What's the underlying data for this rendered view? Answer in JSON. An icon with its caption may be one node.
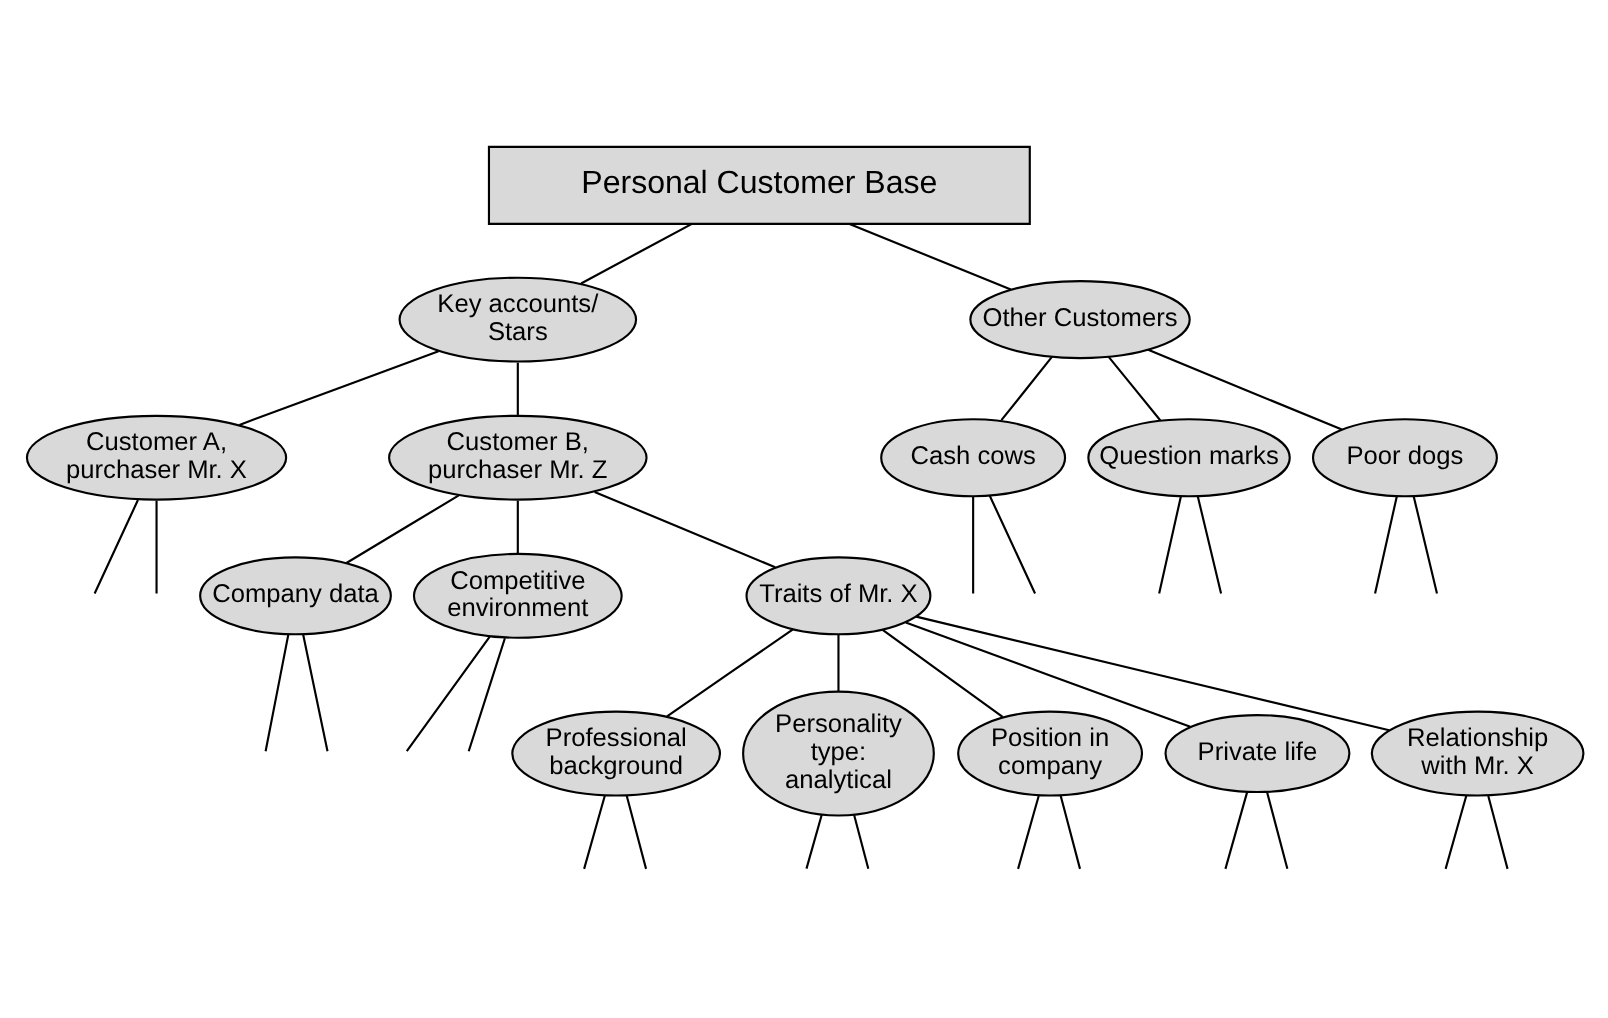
{
  "diagram": {
    "nodes": [
      {
        "text": [
          "Personal Customer Base"
        ]
      },
      {
        "text": [
          "Key accounts/ Stars"
        ]
      },
      {
        "text": [
          "Other Customers"
        ]
      },
      {
        "text": [
          "Customer A, purchaser Mr. X"
        ]
      },
      {
        "text": [
          "Customer B, purchaser Mr. Z"
        ]
      },
      {
        "text": [
          "Cash cows"
        ]
      },
      {
        "text": [
          "Question marks"
        ]
      },
      {
        "text": [
          "Poor dogs"
        ]
      },
      {
        "text": [
          "Company data"
        ]
      },
      {
        "text": [
          "Competitive environment"
        ]
      },
      {
        "text": [
          "Traits of Mr. X"
        ]
      },
      {
        "text": [
          "Professional background"
        ]
      },
      {
        "text": [
          "Personality type: analytical"
        ]
      },
      {
        "text": [
          "Position in company"
        ]
      },
      {
        "text": [
          "Private life"
        ]
      },
      {
        "text": [
          "Relationship with Mr. X"
        ]
      }
    ],
    "edges": [
      {
        "from": 0,
        "to": 1,
        "arrow": "none"
      },
      {
        "from": 0,
        "to": 2,
        "arrow": "none"
      },
      {
        "from": 1,
        "to": 3,
        "arrow": "none"
      },
      {
        "from": 1,
        "to": 4,
        "arrow": "none"
      },
      {
        "from": 2,
        "to": 5,
        "arrow": "none"
      },
      {
        "from": 2,
        "to": 6,
        "arrow": "none"
      },
      {
        "from": 2,
        "to": 7,
        "arrow": "none"
      },
      {
        "from": 4,
        "to": 8,
        "arrow": "none"
      },
      {
        "from": 4,
        "to": 9,
        "arrow": "none"
      },
      {
        "from": 4,
        "to": 10,
        "arrow": "none"
      },
      {
        "from": 10,
        "to": 11,
        "arrow": "none"
      },
      {
        "from": 10,
        "to": 12,
        "arrow": "none"
      },
      {
        "from": 10,
        "to": 13,
        "arrow": "none"
      },
      {
        "from": 10,
        "to": 14,
        "arrow": "none"
      },
      {
        "from": 10,
        "to": 15,
        "arrow": "none"
      },
      {
        "from": 3,
        "to": null,
        "arrow": "none"
      },
      {
        "from": 3,
        "to": null,
        "arrow": "none"
      },
      {
        "from": 5,
        "to": null,
        "arrow": "none"
      },
      {
        "from": 5,
        "to": null,
        "arrow": "none"
      },
      {
        "from": 6,
        "to": null,
        "arrow": "none"
      },
      {
        "from": 6,
        "to": null,
        "arrow": "none"
      },
      {
        "from": 7,
        "to": null,
        "arrow": "none"
      },
      {
        "from": 7,
        "to": null,
        "arrow": "none"
      },
      {
        "from": 8,
        "to": null,
        "arrow": "none"
      },
      {
        "from": 8,
        "to": null,
        "arrow": "none"
      },
      {
        "from": 9,
        "to": null,
        "arrow": "none"
      },
      {
        "from": 9,
        "to": null,
        "arrow": "none"
      },
      {
        "from": 11,
        "to": null,
        "arrow": "none"
      },
      {
        "from": 11,
        "to": null,
        "arrow": "none"
      },
      {
        "from": 12,
        "to": null,
        "arrow": "none"
      },
      {
        "from": 12,
        "to": null,
        "arrow": "none"
      },
      {
        "from": 13,
        "to": null,
        "arrow": "none"
      },
      {
        "from": 13,
        "to": null,
        "arrow": "none"
      },
      {
        "from": 14,
        "to": null,
        "arrow": "none"
      },
      {
        "from": 14,
        "to": null,
        "arrow": "none"
      },
      {
        "from": 15,
        "to": null,
        "arrow": "none"
      },
      {
        "from": 15,
        "to": null,
        "arrow": "none"
      }
    ]
  }
}
